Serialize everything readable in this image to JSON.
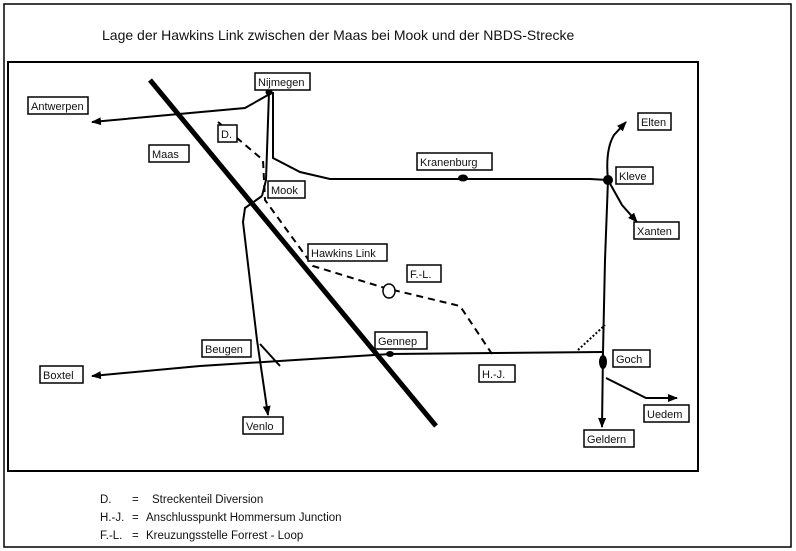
{
  "title": "Lage der Hawkins Link zwischen der Maas bei Mook und der NBDS-Strecke",
  "places": {
    "nijmegen": "Nijmegen",
    "antwerpen": "Antwerpen",
    "diversion": "D.",
    "maas": "Maas",
    "mook": "Mook",
    "kranenburg": "Kranenburg",
    "elten": "Elten",
    "kleve": "Kleve",
    "xanten": "Xanten",
    "hawkins_link": "Hawkins Link",
    "forrest_loop": "F.-L.",
    "gennep": "Gennep",
    "beugen": "Beugen",
    "boxtel": "Boxtel",
    "hommersum": "H.-J.",
    "goch": "Goch",
    "uedem": "Uedem",
    "venlo": "Venlo",
    "geldern": "Geldern"
  },
  "legend": [
    {
      "abbr": "D.",
      "eq": "=",
      "text": "Streckenteil Diversion"
    },
    {
      "abbr": "H.-J.",
      "eq": "=",
      "text": "Anschlusspunkt Hommersum Junction"
    },
    {
      "abbr": "F.-L.",
      "eq": "=",
      "text": "Kreuzungsstelle Forrest - Loop"
    }
  ]
}
